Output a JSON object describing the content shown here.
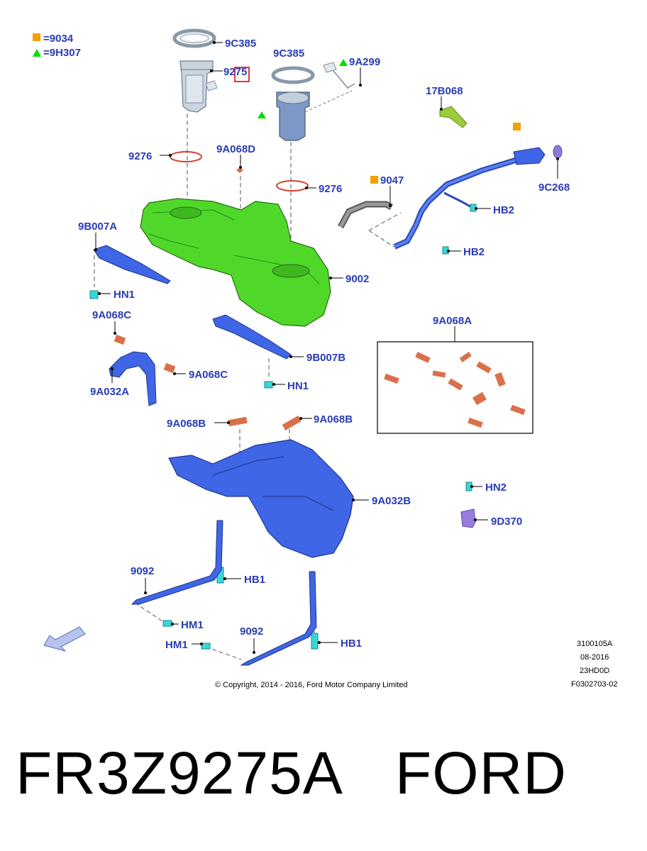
{
  "colors": {
    "label_blue": "#2a3cb4",
    "tank_green": "#4fd82a",
    "shield_blue": "#3e66e6",
    "pad_orange": "#d9704a",
    "fastener_cyan": "#3ad6d6",
    "marker_orange": "#f5a000",
    "marker_green": "#00e000",
    "highlight_red": "#e0202a",
    "arrow_light": "#b7c3ee"
  },
  "legend": [
    {
      "symbol": "orange-square",
      "text": "=9034"
    },
    {
      "symbol": "green-triangle",
      "text": "=9H307"
    }
  ],
  "callouts": {
    "c9C385_top": "9C385",
    "c9275": "9275",
    "c9C385_mid": "9C385",
    "c9A299": "9A299",
    "c17B068": "17B068",
    "c9276_left": "9276",
    "c9A068D": "9A068D",
    "c9276_right": "9276",
    "c9047": "9047",
    "c9C268": "9C268",
    "cHB2_top": "HB2",
    "cHB2_bottom": "HB2",
    "c9B007A": "9B007A",
    "c9002": "9002",
    "cHN1_left": "HN1",
    "c9A068C_top": "9A068C",
    "c9A068A": "9A068A",
    "c9B007B": "9B007B",
    "c9A068C_right": "9A068C",
    "c9A032A": "9A032A",
    "cHN1_mid": "HN1",
    "c9A068B_left": "9A068B",
    "c9A068B_right": "9A068B",
    "cHN2": "HN2",
    "c9A032B": "9A032B",
    "c9D370": "9D370",
    "c9092_left": "9092",
    "cHB1_left": "HB1",
    "cHM1_top": "HM1",
    "c9092_right": "9092",
    "cHM1_bottom": "HM1",
    "cHB1_right": "HB1"
  },
  "footer": {
    "copyright": "© Copyright, 2014 - 2016, Ford Motor Company Limited",
    "code1": "3100105A",
    "code2": "08-2016",
    "code3": "23HD0D",
    "code4": "F0302703-02"
  },
  "part_number": "FR3Z9275A",
  "brand": "FORD"
}
